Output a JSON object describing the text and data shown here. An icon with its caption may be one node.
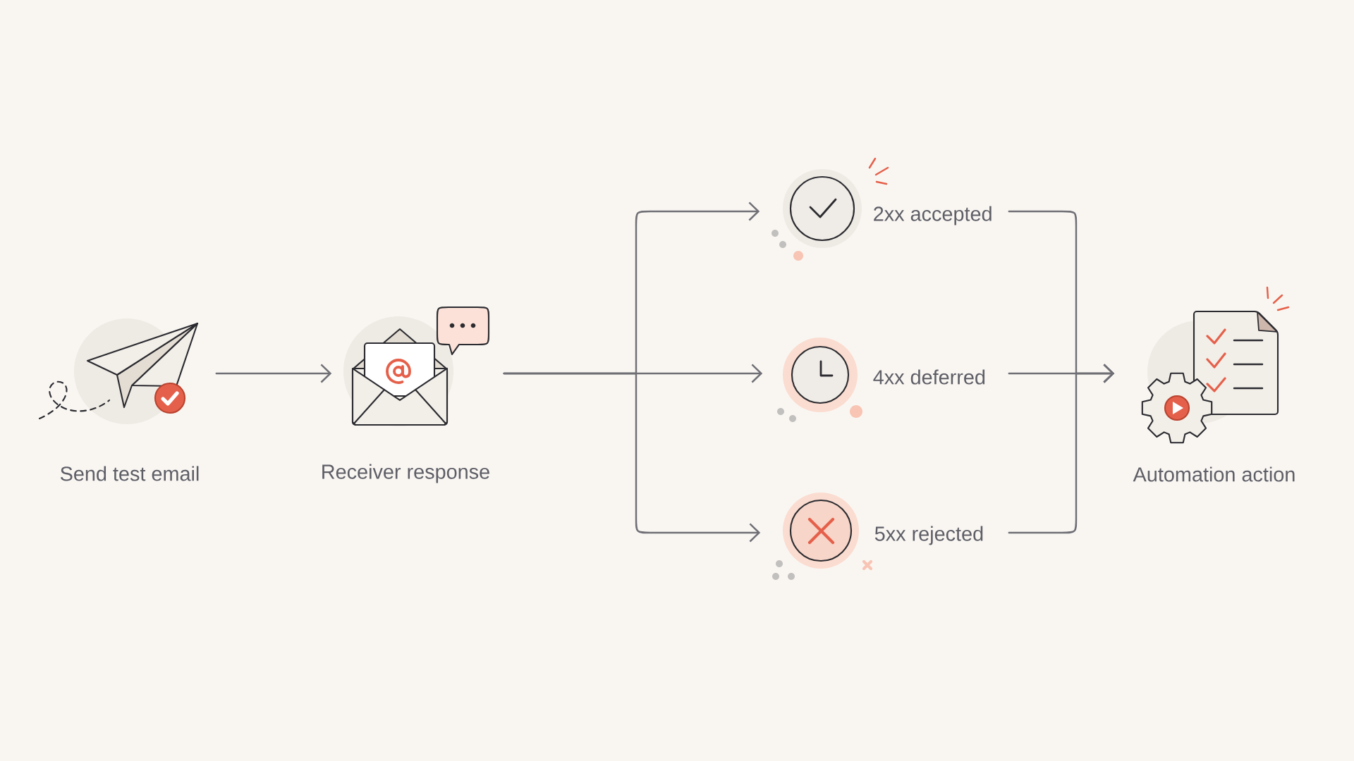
{
  "diagram": {
    "nodes": [
      {
        "text": [
          "Send test email"
        ]
      },
      {
        "text": [
          "Receiver response"
        ]
      },
      {
        "text": [
          "2xx accepted"
        ]
      },
      {
        "text": [
          "4xx deferred"
        ]
      },
      {
        "text": [
          "5xx rejected"
        ]
      },
      {
        "text": [
          "Automation action"
        ]
      }
    ],
    "edges": [
      {
        "from": 0,
        "to": 1,
        "arrow": "to"
      },
      {
        "from": 1,
        "to": 2,
        "arrow": "to"
      },
      {
        "from": 1,
        "to": 3,
        "arrow": "to"
      },
      {
        "from": 1,
        "to": 4,
        "arrow": "to"
      },
      {
        "from": 2,
        "to": 5,
        "arrow": "to"
      },
      {
        "from": 3,
        "to": 5,
        "arrow": "to"
      },
      {
        "from": 4,
        "to": 5,
        "arrow": "to"
      }
    ]
  }
}
